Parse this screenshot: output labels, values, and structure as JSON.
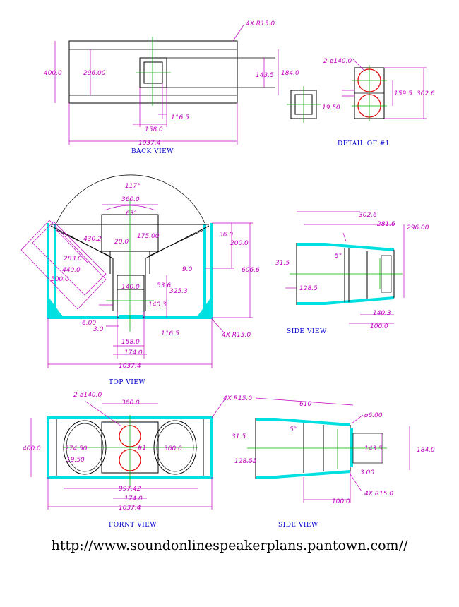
{
  "views": {
    "back": "BACK VIEW",
    "detail": "DETAIL  OF  #1",
    "top": "TOP  VIEW",
    "side": "SIDE  VIEW",
    "front": "FORNT  VIEW"
  },
  "dims": {
    "back_4x_r15": "4X  R15.0",
    "back_400": "400.0",
    "back_296": "296.00",
    "back_143_5": "143.5",
    "back_184": "184.0",
    "back_116_5": "116.5",
    "back_158": "158.0",
    "back_1037_4": "1037.4",
    "detail_2x140": "2-ø140.0",
    "detail_159_5": "159.5",
    "detail_302_6": "302.6",
    "detail_19_5": "19.50",
    "top_117": "117°",
    "top_360": "360.0",
    "top_63": "63°",
    "top_175": "175.00",
    "top_430_2": "430.2",
    "top_20": "20.0",
    "top_36": "36.0",
    "top_200": "200.0",
    "top_283": "283.0",
    "top_440": "440.0",
    "top_500": "500.0",
    "top_9": "9.0",
    "top_606_6": "606.6",
    "top_140": "140.0",
    "top_53_6": "53.6",
    "top_325_3": "325.3",
    "top_140_3": "140.3",
    "top_6": "6.00",
    "top_3": "3.0",
    "top_116_5": "116.5",
    "top_4x_r15": "4X  R15.0",
    "top_158": "158.0",
    "top_174": "174.0",
    "top_1037_4": "1037.4",
    "side1_302_6": "302.6",
    "side1_281_6": "281.6",
    "side1_296": "296.00",
    "side1_31_5": "31.5",
    "side1_5": "5°",
    "side1_128_5": "128.5",
    "side1_140_3": "140.3",
    "side1_100": "100.0",
    "front_2x140": "2-ø140.0",
    "front_360": "360.0",
    "front_4x_r15": "4X  R15.0",
    "front_400": "400.0",
    "front_274_5": "274.50",
    "front_hash1": "#1",
    "front_360b": "360.0",
    "front_19_5": "19.50",
    "front_997_42": "997.42",
    "front_174": "174.0",
    "front_1037_4": "1037.4",
    "side2_610": "610",
    "side2_6": "ø6.00",
    "side2_31_5": "31.5",
    "side2_5": "5°",
    "side2_143_5": "143.5",
    "side2_184": "184.0",
    "side2_128_55": "128.55",
    "side2_3": "3.00",
    "side2_100": "100.0",
    "side2_4x_r15": "4X  R15.0"
  },
  "url": "http://www.soundonlinespeakerplans.pantown.com//"
}
